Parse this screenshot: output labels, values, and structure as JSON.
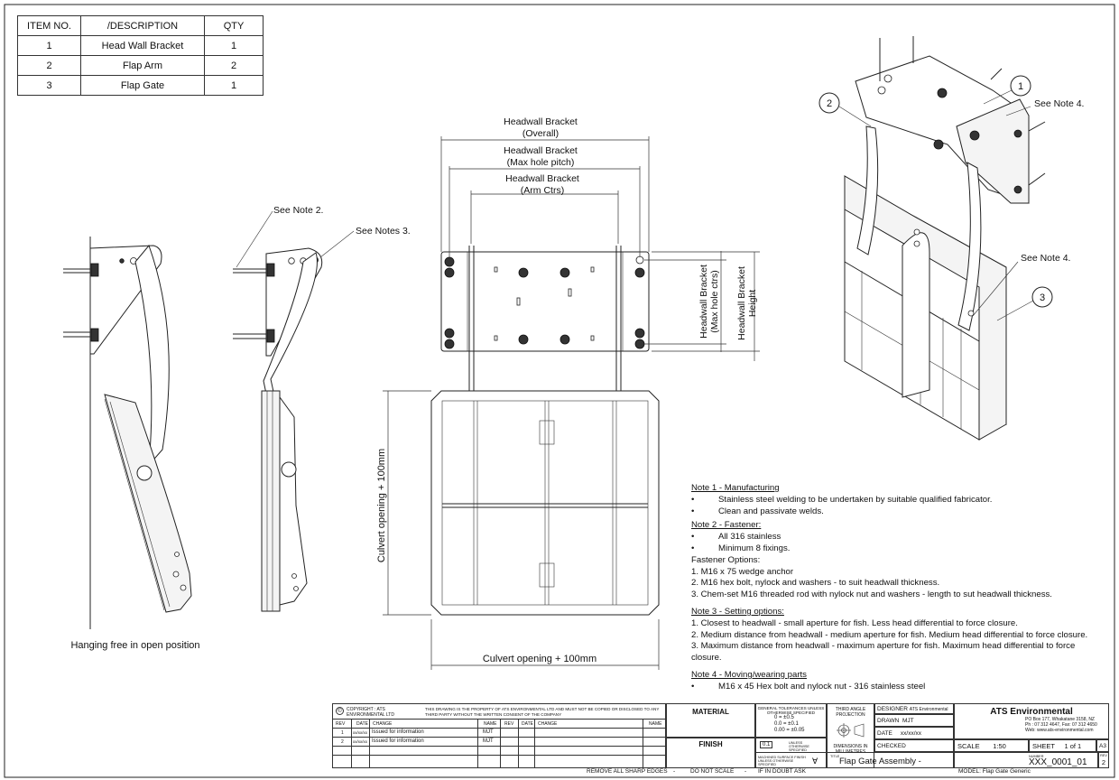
{
  "bom": {
    "headers": [
      "ITEM NO.",
      "/DESCRIPTION",
      "QTY"
    ],
    "rows": [
      [
        "1",
        "Head Wall Bracket",
        "1"
      ],
      [
        "2",
        "Flap Arm",
        "2"
      ],
      [
        "3",
        "Flap Gate",
        "1"
      ]
    ]
  },
  "side_views": {
    "caption": "Hanging free in open position",
    "callout_note2": "See Note 2.",
    "callout_note3": "See Notes 3."
  },
  "front_view": {
    "dim_overall_line1": "Headwall Bracket",
    "dim_overall_line2": "(Overall)",
    "dim_maxpitch_line1": "Headwall Bracket",
    "dim_maxpitch_line2": "(Max hole pitch)",
    "dim_armctrs_line1": "Headwall Bracket",
    "dim_armctrs_line2": "(Arm Ctrs)",
    "dim_holectrs_line1": "Headwall Bracket",
    "dim_holectrs_line2": "(Max hole ctrs)",
    "dim_height_line1": "Headwall Bracket",
    "dim_height_line2": "Height",
    "dim_culvert_vertical": "Culvert opening + 100mm",
    "dim_culvert_horizontal": "Culvert opening + 100mm"
  },
  "iso_view": {
    "balloon_1": "1",
    "balloon_2": "2",
    "balloon_3": "3",
    "callout_note4_top": "See Note 4.",
    "callout_note4_mid": "See Note 4."
  },
  "notes": {
    "note1_title": "Note 1 - Manufacturing",
    "note1_items": [
      "Stainless steel welding to be undertaken by suitable qualified fabricator.",
      "Clean and passivate welds."
    ],
    "note2_title": "Note 2 - Fastener:",
    "note2_items": [
      "All 316 stainless",
      "Minimum 8 fixings."
    ],
    "fastener_options_title": "Fastener Options:",
    "fastener_options": [
      "1. M16 x 75 wedge anchor",
      "2. M16 hex bolt, nylock and washers - to suit headwall thickness.",
      "3. Chem-set M16 threaded rod with nylock nut and washers -   length to sut headwall thickness."
    ],
    "note3_title": "Note 3 - Setting options:",
    "note3_items": [
      "1. Closest to headwall - small aperture for fish. Less head differential to force closure.",
      "2. Medium distance from headwall - medium aperture for fish. Medium head differential  to force closure.",
      "3. Maximum distance from headwall - maximum aperture for fish. Maximum head differential to force closure."
    ],
    "note4_title": "Note 4 - Moving/wearing parts",
    "note4_items": [
      "M16 x 45 Hex bolt and nylock nut - 316 stainless steel"
    ]
  },
  "title_block": {
    "copyright_label": "COPYRIGHT : ATS ENVIRONMENTAL LTD",
    "copyright_text": "THIS DRAWING IS THE PROPERTY OF ATS ENVIRONMENTAL LTD AND MUST NOT BE COPIED OR DISCLOSED TO ANY THIRD PARTY WITHOUT THE WRITTEN CONSENT OF THE COMPANY",
    "rev_headers": [
      "REV",
      "DATE",
      "CHANGE",
      "NAME",
      "REV",
      "DATE",
      "CHANGE",
      "NAME"
    ],
    "rev_rows": [
      {
        "rev": "1",
        "date": "xx/xx/xx",
        "change": "Issued for information",
        "name": "MJT"
      },
      {
        "rev": "2",
        "date": "xx/xx/xx",
        "change": "Issued for information",
        "name": "MJT"
      }
    ],
    "material_label": "MATERIAL",
    "finish_label": "FINISH",
    "general_tolerances": "GENERAL TOLERANCES UNLESS OTHERWISE SPECIFIED",
    "tolerances": [
      "0      = ±0.5",
      "0.0    = ±0.1",
      "0.00  = ±0.05"
    ],
    "surface_value": "0.1",
    "surface_note": "UNLESS OTHERWISE SPECIFIED",
    "machined_finish": "MACHINED SURFACE FINISH UNLESS OTHERWISE SPECIFIED",
    "projection": "THIRD ANGLE PROJECTION",
    "dimensions_in": "DIMENSIONS IN MILLIMETRES",
    "designer_label": "DESIGNER",
    "designer_value": "ATS Environmental",
    "drawn_label": "DRAWN",
    "drawn_value": "MJT",
    "date_label": "DATE",
    "date_value": "xx/xx/xx",
    "checked_label": "CHECKED",
    "scale_label": "SCALE",
    "scale_value": "1:50",
    "sheet_label": "SHEET",
    "sheet_value": "1 of 1",
    "size_value": "A3",
    "company": "ATS Environmental",
    "address1": "PO Box 177, Whakatane 3158, NZ",
    "address2": "Ph : 07 312 4647, Fax: 07 312 4650",
    "address3": "Web: www.ats-environmental.com",
    "title_label": "TITLE",
    "title": "Flap Gate Assembly - Generic",
    "number_label": "NUMBER",
    "number": "XXX_0001_01",
    "rev_label": "REV",
    "rev_value": "2"
  },
  "bottom_line": {
    "edges": "REMOVE ALL SHARP EDGES",
    "scale": "DO NOT SCALE",
    "doubt": "IF IN DOUBT ASK",
    "model": "MODEL: Flap Gate Generic"
  }
}
